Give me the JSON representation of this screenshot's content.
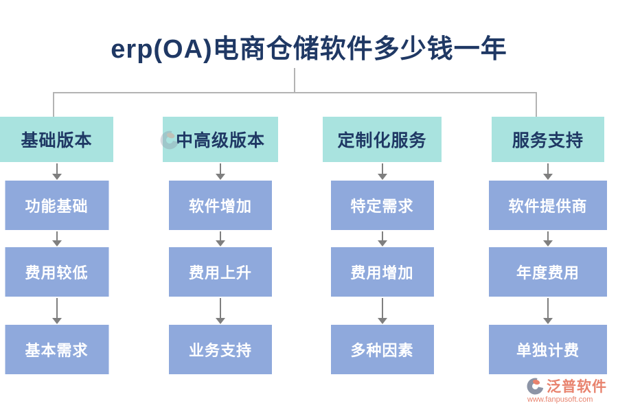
{
  "title": "erp(OA)电商仓储软件多少钱一年",
  "columns": [
    {
      "header": "基础版本",
      "items": [
        "功能基础",
        "费用较低",
        "基本需求"
      ]
    },
    {
      "header": "中高级版本",
      "items": [
        "软件增加",
        "费用上升",
        "业务支持"
      ]
    },
    {
      "header": "定制化服务",
      "items": [
        "特定需求",
        "费用增加",
        "多种因素"
      ]
    },
    {
      "header": "服务支持",
      "items": [
        "软件提供商",
        "年度费用",
        "单独计费"
      ]
    }
  ],
  "footer": {
    "brand": "泛普软件",
    "url": "www.fanpusoft.com"
  },
  "colors": {
    "title_text": "#1F3864",
    "header_bg": "#A9E3DF",
    "header_text": "#1F3864",
    "node_bg": "#8FA9DC",
    "node_text": "#FFFFFF",
    "arrow": "#7F7F7F",
    "connector": "#B3B3B3",
    "brand": "#E8836E"
  }
}
